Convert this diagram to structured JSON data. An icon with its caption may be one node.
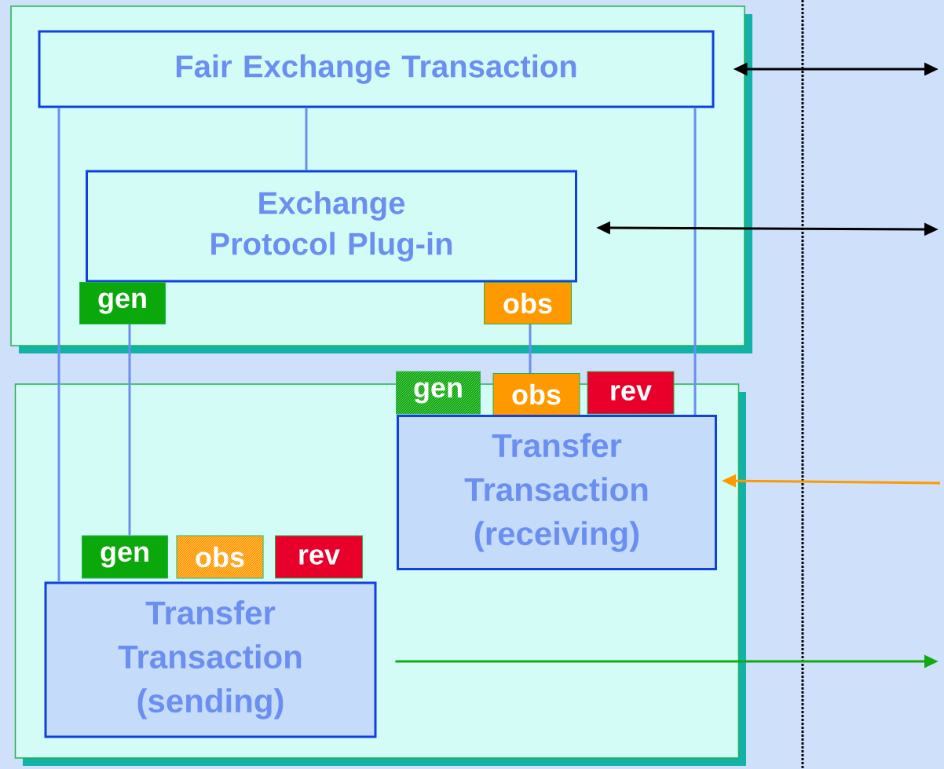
{
  "diagram": {
    "nodes": [
      {
        "text": [],
        "shape": "box"
      },
      {
        "text": [
          "Fair Exchange Transaction"
        ],
        "in": 0
      },
      {
        "text": [
          "Exchange Protocol Plug-in"
        ],
        "in": 0
      },
      {
        "text": [
          "gen"
        ],
        "in": 0
      },
      {
        "text": [
          "obs"
        ],
        "in": 0
      },
      {
        "text": [],
        "shape": "box"
      },
      {
        "text": [
          "gen"
        ]
      },
      {
        "text": [
          "obs"
        ]
      },
      {
        "text": [
          "rev"
        ]
      },
      {
        "text": [
          "Transfer Transaction (receiving)"
        ],
        "in": 5
      },
      {
        "text": [
          "gen"
        ],
        "in": 5
      },
      {
        "text": [
          "obs"
        ],
        "in": 5
      },
      {
        "text": [
          "rev"
        ],
        "in": 5
      },
      {
        "text": [
          "Transfer Transaction (sending)"
        ],
        "in": 5
      }
    ],
    "edges": [
      {
        "from": 1,
        "to": 13,
        "arrow": "none"
      },
      {
        "from": 1,
        "to": 2,
        "arrow": "none"
      },
      {
        "from": 1,
        "to": 9,
        "arrow": "none"
      },
      {
        "from": 3,
        "to": 10,
        "arrow": "none"
      },
      {
        "from": 4,
        "to": 7,
        "arrow": "none"
      },
      {
        "from": 1,
        "to": null,
        "arrow": "both",
        "color": "#000000"
      },
      {
        "from": 2,
        "to": null,
        "arrow": "both",
        "color": "#000000"
      },
      {
        "from": null,
        "to": 9,
        "arrow": "to",
        "color": "#ff9900"
      },
      {
        "from": 13,
        "to": null,
        "arrow": "to",
        "color": "#11aa11"
      }
    ]
  }
}
